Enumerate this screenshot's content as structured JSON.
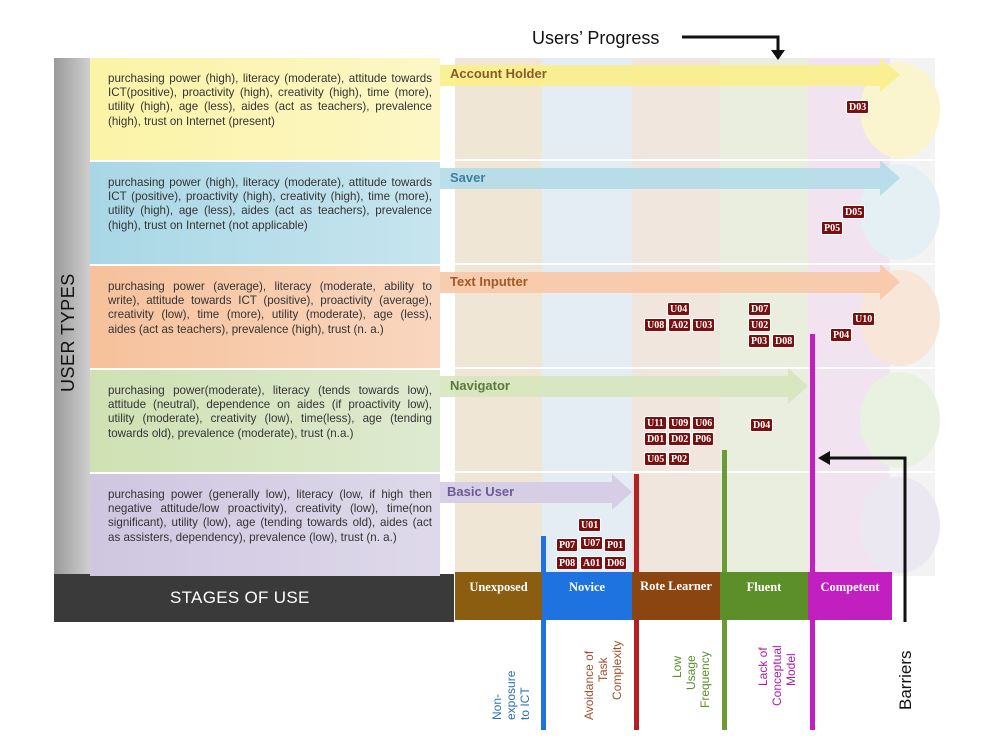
{
  "header": {
    "progress_label": "Users’ Progress"
  },
  "axis": {
    "y_title": "USER TYPES",
    "x_title": "STAGES OF USE"
  },
  "barriers_label": "Barriers",
  "user_types": [
    {
      "name": "Account Holder",
      "description": "purchasing power (high), literacy (moderate), attitude towards ICT(positive), proactivity (high), creativity (high), time (more), utility (high), age (less), aides (act as teachers), prevalence (high), trust on Internet (present)"
    },
    {
      "name": "Saver",
      "description": "purchasing power (high), literacy (moderate), attitude towards ICT (positive), proactivity (high), creativity (high), time (more), utility (high), age (less), aides (act as teachers), prevalence (high), trust on Internet (not applicable)"
    },
    {
      "name": "Text Inputter",
      "description": "purchasing power (average), literacy (moderate, ability to write), attitude towards ICT (positive), proactivity (average), creativity (low), time (more), utility (moderate), age (less), aides (act as teachers), prevalence (high), trust (n. a.)"
    },
    {
      "name": "Navigator",
      "description": "purchasing power(moderate), literacy (tends towards low), attitude (neutral), dependence on aides (if proactivity low), utility (moderate), creativity (low), time(less), age (tending towards old), prevalence (moderate), trust (n.a.)"
    },
    {
      "name": "Basic User",
      "description": "purchasing power (generally low), literacy (low, if high then negative attitude/low proactivity), creativity (low), time(non significant), utility (low), age (tending towards old), aides (act as assisters, dependency), prevalence (low), trust (n. a.)"
    }
  ],
  "stages": [
    {
      "label": "Unexposed",
      "color": "#8b5d10"
    },
    {
      "label": "Novice",
      "color": "#1f73e0"
    },
    {
      "label": "Rote Learner",
      "color": "#8b4511"
    },
    {
      "label": "Fluent",
      "color": "#5c8f2a"
    },
    {
      "label": "Competent",
      "color": "#c21fc0"
    }
  ],
  "barriers": [
    {
      "label": "Non-exposure to ICT",
      "lines": [
        "Non-",
        "exposure",
        "to ICT"
      ],
      "color": "#1f73e0"
    },
    {
      "label": "Avoidance of Task Complexity",
      "lines": [
        "Avoidance of",
        "Task",
        "Complexity"
      ],
      "color": "#b22222"
    },
    {
      "label": "Low Usage Frequency",
      "lines": [
        "Low",
        "Usage",
        "Frequency"
      ],
      "color": "#6b9a36"
    },
    {
      "label": "Lack of Conceptual Model",
      "lines": [
        "Lack of",
        "Conceptual",
        "Model"
      ],
      "color": "#c21fc0"
    }
  ],
  "participants": {
    "account_holder_competent": [
      "D03"
    ],
    "saver_competent": [
      "D05",
      "P05"
    ],
    "text_inputter_rote": [
      "U04",
      "U08",
      "A02",
      "U03"
    ],
    "text_inputter_fluent": [
      "D07",
      "U02",
      "P03",
      "D08"
    ],
    "text_inputter_competent": [
      "U10",
      "P04"
    ],
    "navigator_rote": [
      "U11",
      "U09",
      "U06",
      "D01",
      "D02",
      "P06",
      "U05",
      "P02"
    ],
    "navigator_fluent": [
      "D04"
    ],
    "basic_novice": [
      "U01",
      "P07",
      "U07",
      "P01",
      "P08",
      "A01",
      "D06"
    ]
  }
}
